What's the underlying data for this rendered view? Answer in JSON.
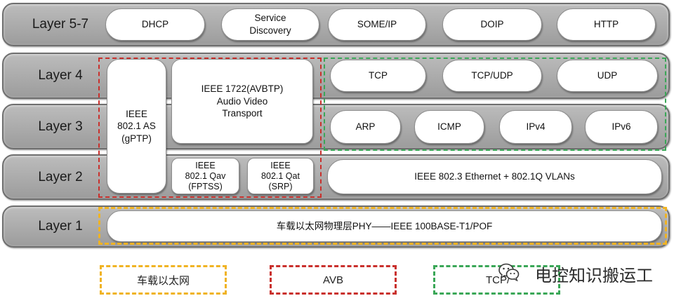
{
  "layers": {
    "l57": {
      "label": "Layer 5-7",
      "items": [
        "DHCP",
        "Service\nDiscovery",
        "SOME/IP",
        "DOIP",
        "HTTP"
      ]
    },
    "l4": {
      "label": "Layer 4",
      "items": [
        "TCP",
        "TCP/UDP",
        "UDP"
      ]
    },
    "l3": {
      "label": "Layer 3",
      "items": [
        "ARP",
        "ICMP",
        "IPv4",
        "IPv6"
      ]
    },
    "l2": {
      "label": "Layer 2",
      "ethernet": "IEEE 802.3 Ethernet + 802.1Q VLANs"
    },
    "l1": {
      "label": "Layer 1",
      "phy": "车载以太网物理层PHY——IEEE 100BASE-T1/POF"
    }
  },
  "avb": {
    "gptp": "IEEE\n802.1 AS\n(gPTP)",
    "avbtp": "IEEE 1722(AVBTP)\nAudio Video\nTransport",
    "qav": "IEEE\n802.1 Qav\n(FPTSS)",
    "qat": "IEEE\n802.1 Qat\n(SRP)"
  },
  "groups": {
    "ethernet": {
      "label": "车载以太网",
      "color": "#f0b323"
    },
    "avb": {
      "label": "AVB",
      "color": "#c9302c"
    },
    "tcpip": {
      "label": "TCP/",
      "color": "#3aa757"
    }
  },
  "watermark": {
    "text": "电控知识搬运工",
    "icon": "wechat-icon"
  }
}
